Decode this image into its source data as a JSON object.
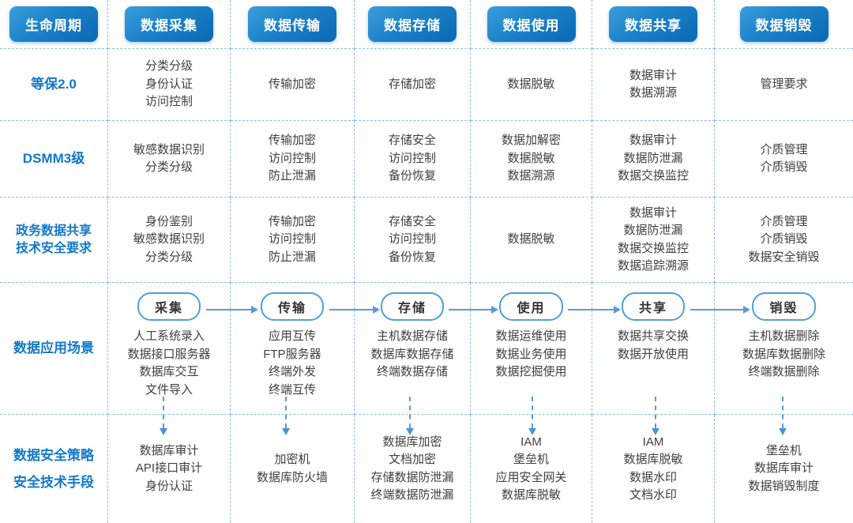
{
  "colors": {
    "chip_gradient_start": "#3b9ddb",
    "chip_gradient_end": "#0b68b4",
    "label_blue": "#1478c8",
    "body_text": "#3f3f3f",
    "grid_dash": "#8fbfea",
    "arrow_blue": "#5b9bd5",
    "badge_border": "#4fa0da"
  },
  "header": {
    "items": [
      "生命周期",
      "数据采集",
      "数据传输",
      "数据存储",
      "数据使用",
      "数据共享",
      "数据销毁"
    ]
  },
  "rows": [
    {
      "label_lines": [
        "等保2.0"
      ],
      "cells": [
        [
          "分类分级",
          "身份认证",
          "访问控制"
        ],
        [
          "传输加密"
        ],
        [
          "存储加密"
        ],
        [
          "数据脱敏"
        ],
        [
          "数据审计",
          "数据溯源"
        ],
        [
          "管理要求"
        ]
      ]
    },
    {
      "label_lines": [
        "DSMM3级"
      ],
      "cells": [
        [
          "敏感数据识别",
          "分类分级"
        ],
        [
          "传输加密",
          "访问控制",
          "防止泄漏"
        ],
        [
          "存储安全",
          "访问控制",
          "备份恢复"
        ],
        [
          "数据加解密",
          "数据脱敏",
          "数据溯源"
        ],
        [
          "数据审计",
          "数据防泄漏",
          "数据交换监控"
        ],
        [
          "介质管理",
          "介质销毁"
        ]
      ]
    },
    {
      "label_lines": [
        "政务数据共享",
        "技术安全要求"
      ],
      "cells": [
        [
          "身份鉴别",
          "敏感数据识别",
          "分类分级"
        ],
        [
          "传输加密",
          "访问控制",
          "防止泄漏"
        ],
        [
          "存储安全",
          "访问控制",
          "备份恢复"
        ],
        [
          "数据脱敏"
        ],
        [
          "数据审计",
          "数据防泄漏",
          "数据交换监控",
          "数据追踪溯源"
        ],
        [
          "介质管理",
          "介质销毁",
          "数据安全销毁"
        ]
      ]
    }
  ],
  "scenario": {
    "label_lines": [
      "数据应用场景"
    ],
    "stages": [
      {
        "badge": "采集",
        "items": [
          "人工系统录入",
          "数据接口服务器",
          "数据库交互",
          "文件导入"
        ]
      },
      {
        "badge": "传输",
        "items": [
          "应用互传",
          "FTP服务器",
          "终端外发",
          "终端互传"
        ]
      },
      {
        "badge": "存储",
        "items": [
          "主机数据存储",
          "数据库数据存储",
          "终端数据存储"
        ]
      },
      {
        "badge": "使用",
        "items": [
          "数据运维使用",
          "数据业务使用",
          "数据挖掘使用"
        ]
      },
      {
        "badge": "共享",
        "items": [
          "数据共享交换",
          "数据开放使用"
        ]
      },
      {
        "badge": "销毁",
        "items": [
          "主机数据删除",
          "数据库数据删除",
          "终端数据删除"
        ]
      }
    ]
  },
  "security": {
    "label_lines": [
      "数据安全策略",
      "安全技术手段"
    ],
    "cells": [
      [
        "数据库审计",
        "API接口审计",
        "身份认证"
      ],
      [
        "加密机",
        "数据库防火墙"
      ],
      [
        "数据库加密",
        "文档加密",
        "存储数据防泄漏",
        "终端数据防泄漏"
      ],
      [
        "IAM",
        "堡垒机",
        "应用安全网关",
        "数据库脱敏"
      ],
      [
        "IAM",
        "数据库脱敏",
        "数据水印",
        "文档水印"
      ],
      [
        "堡垒机",
        "数据库审计",
        "数据销毁制度"
      ]
    ]
  }
}
